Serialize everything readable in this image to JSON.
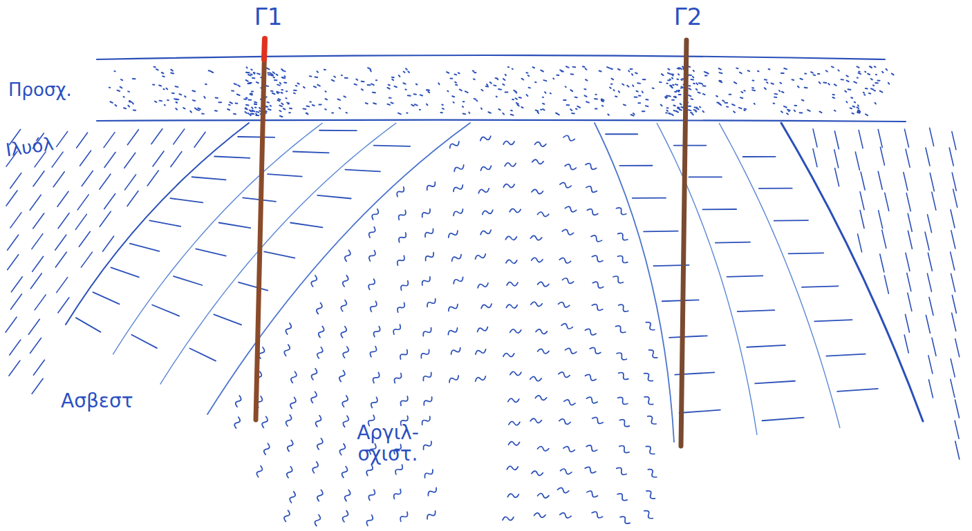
{
  "diagram": {
    "labels": [
      "Γ1",
      "Γ2",
      "Προσχ.",
      "Ιλυόλ",
      "Ασβεστ",
      "Αργιλ- σχιστ."
    ]
  }
}
